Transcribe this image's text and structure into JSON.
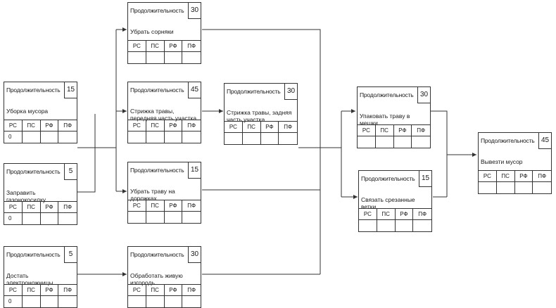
{
  "duration_label": "Продолжительность",
  "columns": [
    "РС",
    "ПС",
    "РФ",
    "ПФ"
  ],
  "tasks": [
    {
      "id": "t1",
      "name": "Уборка мусора",
      "duration": "15",
      "values": [
        "0",
        "",
        "",
        ""
      ]
    },
    {
      "id": "t2",
      "name": "Заправить газонокосилку",
      "duration": "5",
      "values": [
        "0",
        "",
        "",
        ""
      ]
    },
    {
      "id": "t3",
      "name": "Достать электроножницы",
      "duration": "5",
      "values": [
        "0",
        "",
        "",
        ""
      ]
    },
    {
      "id": "t4",
      "name": "Убрать сорняки",
      "duration": "30",
      "values": [
        "",
        "",
        "",
        ""
      ]
    },
    {
      "id": "t5",
      "name": "Стрижка травы, передняя часть участка",
      "duration": "45",
      "values": [
        "",
        "",
        "",
        ""
      ]
    },
    {
      "id": "t6",
      "name": "Убрать траву на дорожках",
      "duration": "15",
      "values": [
        "",
        "",
        "",
        ""
      ]
    },
    {
      "id": "t7",
      "name": "Обработать живую изгородь",
      "duration": "30",
      "values": [
        "",
        "",
        "",
        ""
      ]
    },
    {
      "id": "t8",
      "name": "Стрижка травы, задняя часть участка",
      "duration": "30",
      "values": [
        "",
        "",
        "",
        ""
      ]
    },
    {
      "id": "t9",
      "name": "Упаковать траву в мешки",
      "duration": "30",
      "values": [
        "",
        "",
        "",
        ""
      ]
    },
    {
      "id": "t10",
      "name": "Связать срезанные ветки",
      "duration": "15",
      "values": [
        "",
        "",
        "",
        ""
      ]
    },
    {
      "id": "t11",
      "name": "Вывезти мусор",
      "duration": "45",
      "values": [
        "",
        "",
        "",
        ""
      ]
    }
  ]
}
